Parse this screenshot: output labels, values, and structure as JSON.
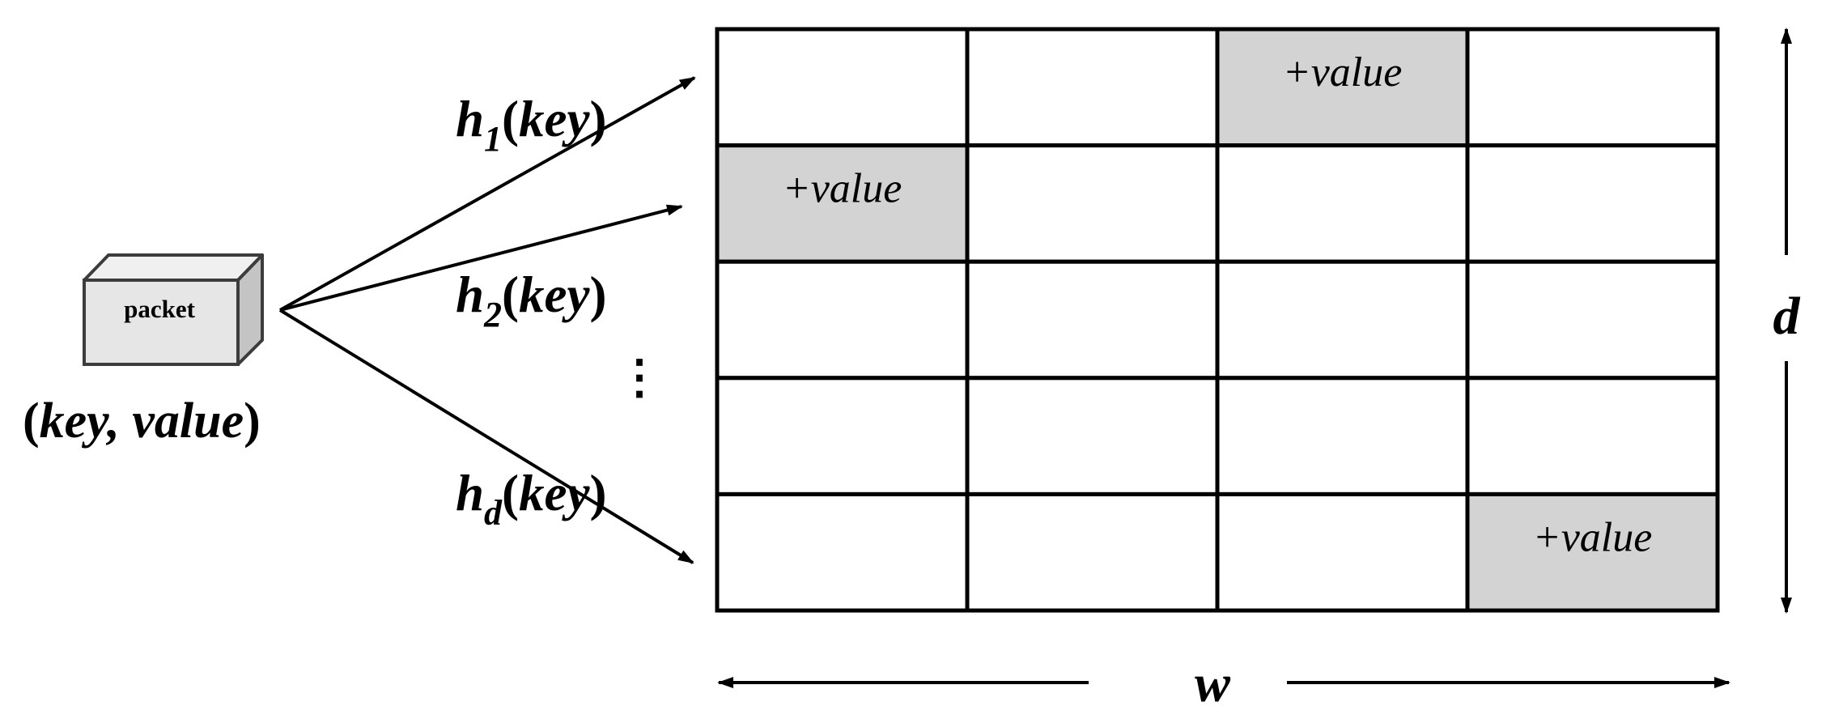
{
  "packet": {
    "box_label": "packet",
    "tuple": {
      "open": "(",
      "key": "key",
      "comma": ", ",
      "value": "value",
      "close": ")"
    }
  },
  "hash_functions": [
    {
      "name": "h",
      "subscript": "1",
      "open": "(",
      "arg": "key",
      "close": ")"
    },
    {
      "name": "h",
      "subscript": "2",
      "open": "(",
      "arg": "key",
      "close": ")"
    },
    {
      "name": "h",
      "subscript": "d",
      "open": "(",
      "arg": "key",
      "close": ")"
    }
  ],
  "ellipsis": "⋮",
  "grid": {
    "rows": 5,
    "cols": 4,
    "highlight_color": "#d3d3d3",
    "cell_color": "#ffffff",
    "line_color": "#000000",
    "increments": [
      {
        "row": 0,
        "col": 2,
        "label": "+value"
      },
      {
        "row": 1,
        "col": 0,
        "label": "+value"
      },
      {
        "row": 4,
        "col": 3,
        "label": "+value"
      }
    ]
  },
  "dimensions": {
    "width_label": "w",
    "depth_label": "d"
  },
  "colors": {
    "packet_front": "#e6e6e6",
    "packet_top": "#f0f0f0",
    "packet_side": "#c4c4c4",
    "packet_edge": "#3c3c3c"
  }
}
